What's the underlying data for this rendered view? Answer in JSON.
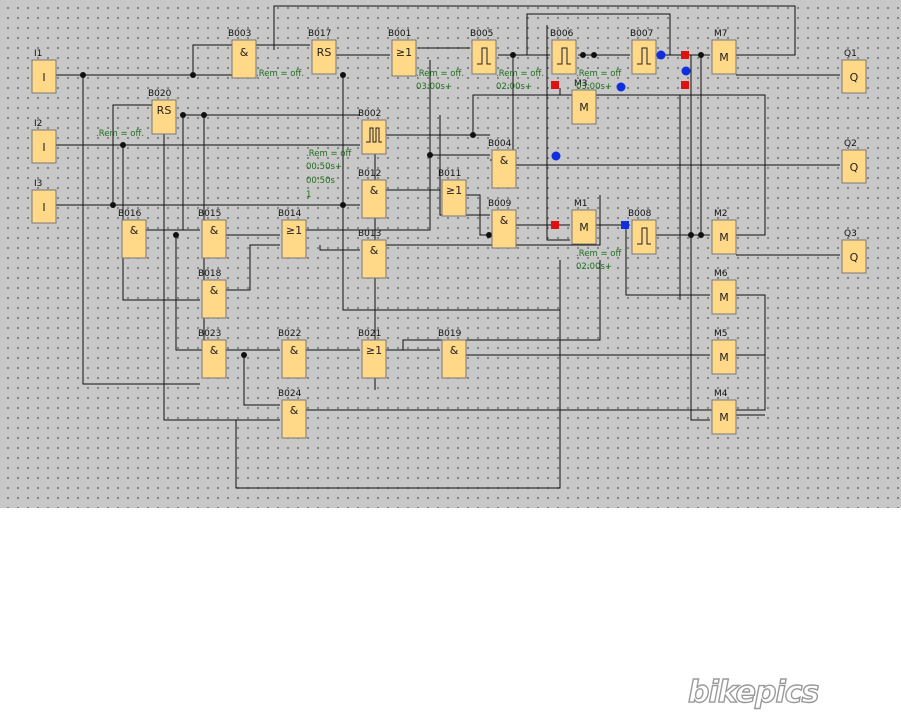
{
  "blocks": {
    "I1": {
      "tag": "I1",
      "sym": "I"
    },
    "I2": {
      "tag": "I2",
      "sym": "I"
    },
    "I3": {
      "tag": "I3",
      "sym": "I"
    },
    "B003": {
      "tag": "B003",
      "sym": "&"
    },
    "B017": {
      "tag": "B017",
      "sym": "RS"
    },
    "B001": {
      "tag": "B001",
      "sym": "≥1"
    },
    "B005": {
      "tag": "B005",
      "sym": ""
    },
    "B006": {
      "tag": "B006",
      "sym": ""
    },
    "B007": {
      "tag": "B007",
      "sym": ""
    },
    "M7": {
      "tag": "M7",
      "sym": "M"
    },
    "Q1": {
      "tag": "Q1",
      "sym": "Q"
    },
    "B020": {
      "tag": "B020",
      "sym": "RS"
    },
    "M3": {
      "tag": "M3",
      "sym": "M"
    },
    "B002": {
      "tag": "B002",
      "sym": ""
    },
    "B004": {
      "tag": "B004",
      "sym": "&"
    },
    "Q2": {
      "tag": "Q2",
      "sym": "Q"
    },
    "B012": {
      "tag": "B012",
      "sym": "&"
    },
    "B011": {
      "tag": "B011",
      "sym": "≥1"
    },
    "B009": {
      "tag": "B009",
      "sym": "&"
    },
    "M1": {
      "tag": "M1",
      "sym": "M"
    },
    "B008": {
      "tag": "B008",
      "sym": ""
    },
    "M2": {
      "tag": "M2",
      "sym": "M"
    },
    "Q3": {
      "tag": "Q3",
      "sym": "Q"
    },
    "B016": {
      "tag": "B016",
      "sym": "&"
    },
    "B015": {
      "tag": "B015",
      "sym": "&"
    },
    "B014": {
      "tag": "B014",
      "sym": "≥1"
    },
    "B013": {
      "tag": "B013",
      "sym": "&"
    },
    "B018": {
      "tag": "B018",
      "sym": "&"
    },
    "M6": {
      "tag": "M6",
      "sym": "M"
    },
    "B023": {
      "tag": "B023",
      "sym": "&"
    },
    "B022": {
      "tag": "B022",
      "sym": "&"
    },
    "B021": {
      "tag": "B021",
      "sym": "≥1"
    },
    "B019": {
      "tag": "B019",
      "sym": "&"
    },
    "M5": {
      "tag": "M5",
      "sym": "M"
    },
    "B024": {
      "tag": "B024",
      "sym": "&"
    },
    "M4": {
      "tag": "M4",
      "sym": "M"
    }
  },
  "notes": {
    "rem_b003": ".Rem = off.",
    "rem_b001": ".Rem = off.",
    "t_b001": "03:00s+",
    "rem_b005": ".Rem = off.",
    "t_b005": "02:00s+",
    "rem_b007": ".Rem = off",
    "t_b007": "03:00s+",
    "rem_b020": ".Rem = off.",
    "rem_b002": ".Rem = off",
    "t1_b002": "00:50s+",
    "t2_b002": "00:50s",
    "n_b002": "1",
    "rem_b008": ".Rem = off",
    "t_b008": "02:00s+"
  },
  "colors": {
    "background": "#c8c8c8",
    "block_fill": "#ffd888",
    "wire": "#111111",
    "annotation": "#1f6f1f",
    "marker_red": "#e01010",
    "marker_blue": "#1030e0"
  },
  "watermark": {
    "text": "bikepics"
  }
}
